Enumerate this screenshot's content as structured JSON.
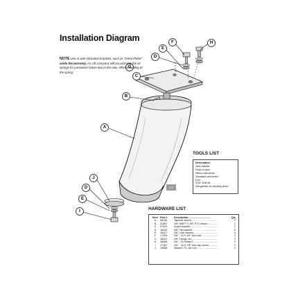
{
  "title": "Installation Diagram",
  "note": {
    "label": "NOTE",
    "text_before": " Use of axle relocation brackets, such as \"Great Plates\" ",
    "emphasis": "voids the warranty.",
    "text_after": " Air Lift Company will not warranty the air springs for premature failure due to the new, offset mounting of the spring."
  },
  "tools": {
    "title": "TOOLS LIST",
    "header": "Description",
    "items": [
      "Jack stands",
      "Hoist or jack",
      "Metric wrenches",
      "Standard wrenches",
      "Drill",
      "9/16\" Drill bit",
      "Die grinder w/ sanding drum"
    ]
  },
  "badge": "N F",
  "hardware": {
    "title": "HARDWARE LIST",
    "headers": [
      "Item",
      "Part #",
      "Description...............................",
      "Qty"
    ],
    "rows": [
      [
        "A",
        "58130",
        "Tapered sleeve...................................",
        "2"
      ],
      [
        "B",
        "21867",
        "3/8\" MNPT X 3/8\" PTC elbow...............",
        "2"
      ],
      [
        "C",
        "07324",
        "Upper bracket......................................",
        "2"
      ],
      [
        "D",
        "18444",
        "3/8\" Flat washer...................................",
        "6"
      ],
      [
        "E",
        "18427",
        "3/8\" Lock washer..................................",
        "6"
      ],
      [
        "F",
        "17253",
        "3/8\" - 24 X 3/4\" Hex bolt........................",
        "4"
      ],
      [
        "G",
        "18422",
        "3/8\" Flange nut.....................................",
        "2"
      ],
      [
        "H",
        "18585",
        "3/8\" - 16 Nutsert...................................",
        "2"
      ],
      [
        "I",
        "17187",
        "3/8\" - 16 X 7/8\" Hex cap screw..............",
        "2"
      ],
      [
        "J",
        "10966",
        "Washer, PL, Air Cell..............................",
        "2"
      ]
    ]
  },
  "callouts": [
    "A",
    "B",
    "C",
    "D",
    "E",
    "F",
    "G",
    "H",
    "I",
    "J"
  ]
}
